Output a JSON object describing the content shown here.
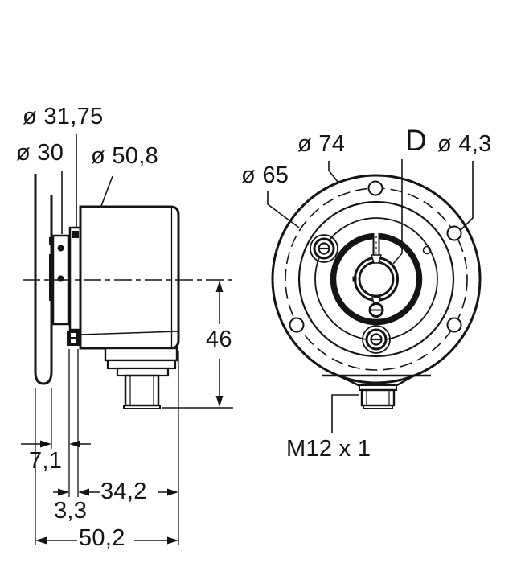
{
  "drawing": {
    "kind": "technical-dimension-drawing",
    "subject": "rotary encoder with hollow shaft, spring tether and M12 connector; side view and front view",
    "units": "mm (comma decimal separator)",
    "line_color": "#141414",
    "background_color": "#ffffff"
  },
  "labels": {
    "dia_31_75": "ø 31,75",
    "dia_30": "ø 30",
    "dia_50_8": "ø 50,8",
    "dia_65": "ø 65",
    "dia_74": "ø 74",
    "shaft_d": "D",
    "dia_4_3": "ø 4,3",
    "height_46": "46",
    "width_7_1": "7,1",
    "width_3_3": "3,3",
    "width_34_2": "34,2",
    "width_50_2": "50,2",
    "thread_m12": "M12 x 1"
  }
}
